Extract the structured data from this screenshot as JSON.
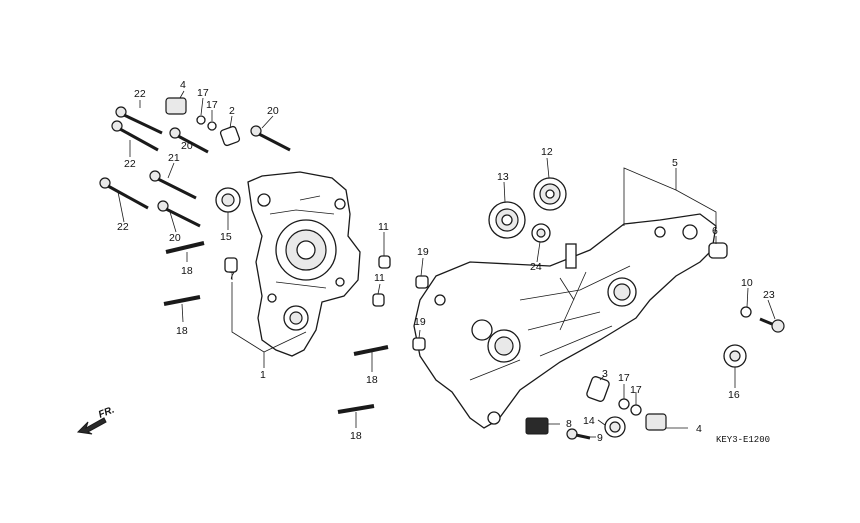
{
  "diagram": {
    "code": "KEY3-E1200",
    "front_label": "FR.",
    "callouts": [
      {
        "id": "c1",
        "text": "1"
      },
      {
        "id": "c2",
        "text": "2"
      },
      {
        "id": "c3",
        "text": "3"
      },
      {
        "id": "c4a",
        "text": "4"
      },
      {
        "id": "c4b",
        "text": "4"
      },
      {
        "id": "c5",
        "text": "5"
      },
      {
        "id": "c6",
        "text": "6"
      },
      {
        "id": "c7",
        "text": "7"
      },
      {
        "id": "c8",
        "text": "8"
      },
      {
        "id": "c9",
        "text": "9"
      },
      {
        "id": "c10",
        "text": "10"
      },
      {
        "id": "c11a",
        "text": "11"
      },
      {
        "id": "c11b",
        "text": "11"
      },
      {
        "id": "c12",
        "text": "12"
      },
      {
        "id": "c13",
        "text": "13"
      },
      {
        "id": "c14",
        "text": "14"
      },
      {
        "id": "c15",
        "text": "15"
      },
      {
        "id": "c16",
        "text": "16"
      },
      {
        "id": "c17a",
        "text": "17"
      },
      {
        "id": "c17b",
        "text": "17"
      },
      {
        "id": "c17c",
        "text": "17"
      },
      {
        "id": "c17d",
        "text": "17"
      },
      {
        "id": "c18a",
        "text": "18"
      },
      {
        "id": "c18b",
        "text": "18"
      },
      {
        "id": "c18c",
        "text": "18"
      },
      {
        "id": "c18d",
        "text": "18"
      },
      {
        "id": "c19a",
        "text": "19"
      },
      {
        "id": "c19b",
        "text": "19"
      },
      {
        "id": "c20a",
        "text": "20"
      },
      {
        "id": "c20b",
        "text": "20"
      },
      {
        "id": "c20c",
        "text": "20"
      },
      {
        "id": "c21",
        "text": "21"
      },
      {
        "id": "c22a",
        "text": "22"
      },
      {
        "id": "c22b",
        "text": "22"
      },
      {
        "id": "c22c",
        "text": "22"
      },
      {
        "id": "c23",
        "text": "23"
      },
      {
        "id": "c24",
        "text": "24"
      }
    ]
  }
}
